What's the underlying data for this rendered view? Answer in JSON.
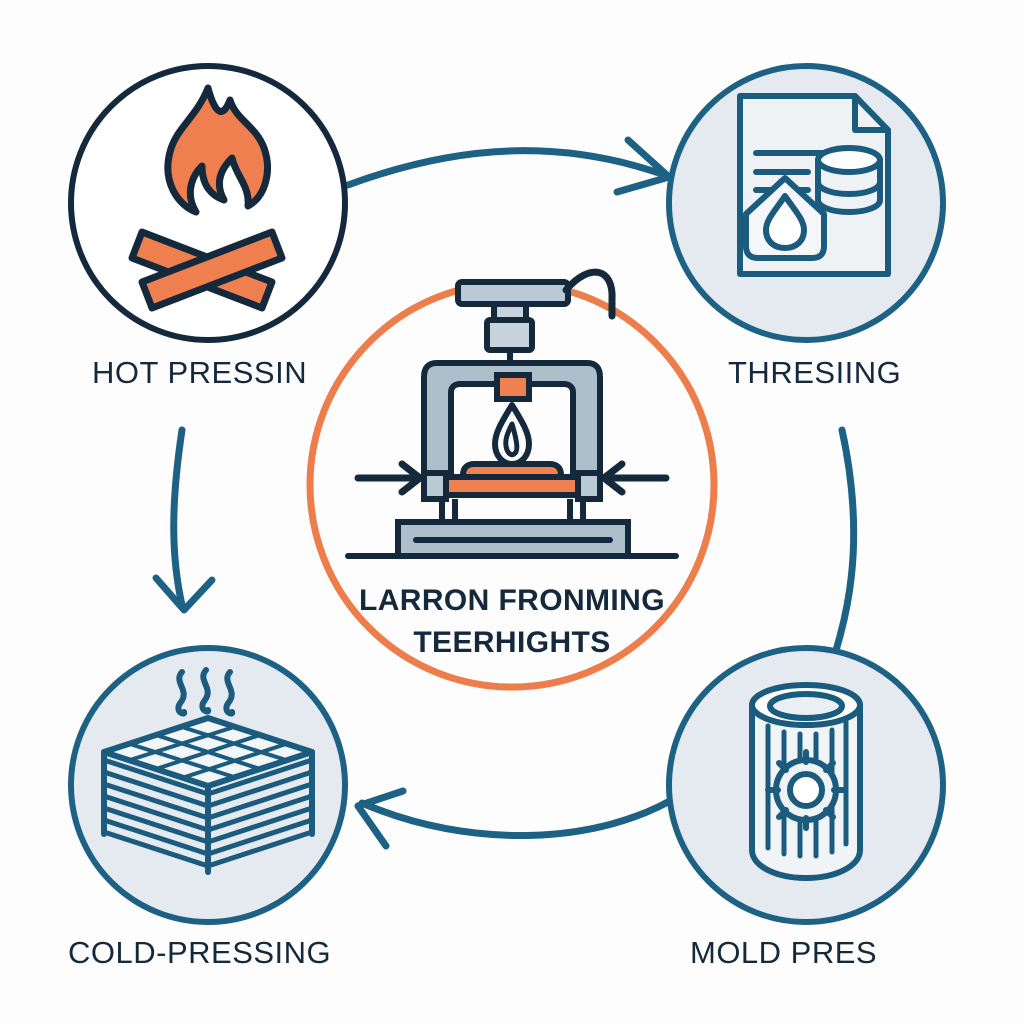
{
  "diagram": {
    "background_color": "#fdfdfd",
    "palette": {
      "navy": "#15293d",
      "teal": "#1d6185",
      "orange": "#ed7d4a",
      "circle_fill": "#e4eaef",
      "machine_body": "#aebfcc",
      "machine_light": "#c6d3dd",
      "white": "#ffffff"
    },
    "center": {
      "name": "center-hub",
      "ring_color": "#ed7d4a",
      "icon": "press-machine-icon",
      "caption_line1": "LARRON FRONMING",
      "caption_line2": "TEERHIGHTS"
    },
    "nodes": [
      {
        "id": "hot-pressing",
        "label": "HOT PRESSIN",
        "icon": "campfire-icon",
        "circle_fill": "#ffffff",
        "circle_stroke": "#15293d",
        "position": "top-left"
      },
      {
        "id": "threshing",
        "label": "THRESIING",
        "icon": "document-droplet-coins-icon",
        "circle_fill": "#e4eaef",
        "circle_stroke": "#1d6185",
        "position": "top-right"
      },
      {
        "id": "cold-pressing",
        "label": "COLD-PRESSING",
        "icon": "layered-stack-steam-icon",
        "circle_fill": "#e4eaef",
        "circle_stroke": "#1d6185",
        "position": "bottom-left"
      },
      {
        "id": "mold-press",
        "label": "MOLD PRES",
        "icon": "ribbed-cylinder-gear-icon",
        "circle_fill": "#e4eaef",
        "circle_stroke": "#1d6185",
        "position": "bottom-right"
      }
    ],
    "connectors": [
      {
        "id": "hot-to-threshing",
        "from": "hot-pressing",
        "to": "threshing",
        "arrowhead": true,
        "color": "#1d6185"
      },
      {
        "id": "threshing-to-mold",
        "from": "threshing",
        "to": "mold-press",
        "arrowhead": false,
        "color": "#1d6185"
      },
      {
        "id": "mold-to-cold",
        "from": "mold-press",
        "to": "cold-pressing",
        "arrowhead": true,
        "color": "#1d6185"
      },
      {
        "id": "hot-to-cold",
        "from": "hot-pressing",
        "to": "cold-pressing",
        "arrowhead": true,
        "color": "#1d6185"
      }
    ]
  }
}
